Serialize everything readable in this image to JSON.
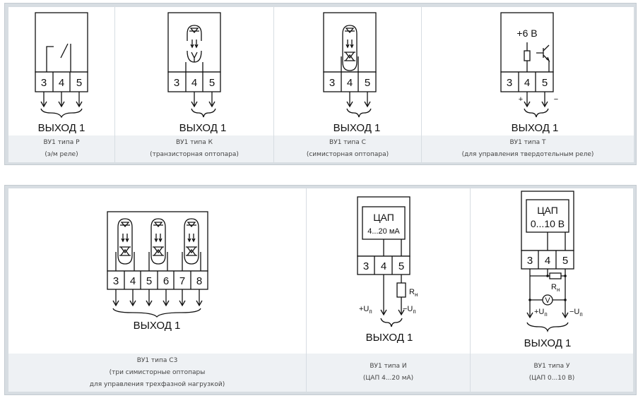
{
  "top_row": [
    {
      "terminals": [
        "3",
        "4",
        "5"
      ],
      "output_label": "ВЫХОД 1",
      "caption_lines": [
        "ВУ1 типа Р",
        "(э/м реле)"
      ]
    },
    {
      "terminals": [
        "3",
        "4",
        "5"
      ],
      "output_label": "ВЫХОД 1",
      "caption_lines": [
        "ВУ1 типа К",
        "(транзисторная оптопара)"
      ]
    },
    {
      "terminals": [
        "3",
        "4",
        "5"
      ],
      "output_label": "ВЫХОД 1",
      "caption_lines": [
        "ВУ1 типа С",
        "(симисторная оптопара)"
      ]
    },
    {
      "terminals": [
        "3",
        "4",
        "5"
      ],
      "supply_label": "+6 В",
      "plus_sign": "+",
      "minus_sign": "−",
      "output_label": "ВЫХОД 1",
      "caption_lines": [
        "ВУ1 типа Т",
        "(для управления твердотельным реле)"
      ]
    }
  ],
  "bottom_row": [
    {
      "terminals": [
        "3",
        "4",
        "5",
        "6",
        "7",
        "8"
      ],
      "output_label": "ВЫХОД 1",
      "caption_lines": [
        "ВУ1 типа С3",
        "(три симисторные оптопары",
        "для управления трехфазной нагрузкой)"
      ]
    },
    {
      "terminals": [
        "3",
        "4",
        "5"
      ],
      "dac_line1": "ЦАП",
      "dac_line2": "4...20 мА",
      "resistor_label": "R",
      "resistor_sub": "н",
      "plus_u": "+U",
      "minus_u": "−U",
      "u_sub": "п",
      "output_label": "ВЫХОД 1",
      "caption_lines": [
        "ВУ1 типа И",
        "(ЦАП 4...20 мА)"
      ]
    },
    {
      "terminals": [
        "3",
        "4",
        "5"
      ],
      "dac_line1": "ЦАП",
      "dac_line2": "0...10 В",
      "resistor_label": "R",
      "resistor_sub": "н",
      "voltmeter_label": "V",
      "plus_u": "+U",
      "minus_u": "−U",
      "u_sub": "п",
      "output_label": "ВЫХОД 1",
      "caption_lines": [
        "ВУ1 типа У",
        "(ЦАП 0...10 В)"
      ]
    }
  ]
}
